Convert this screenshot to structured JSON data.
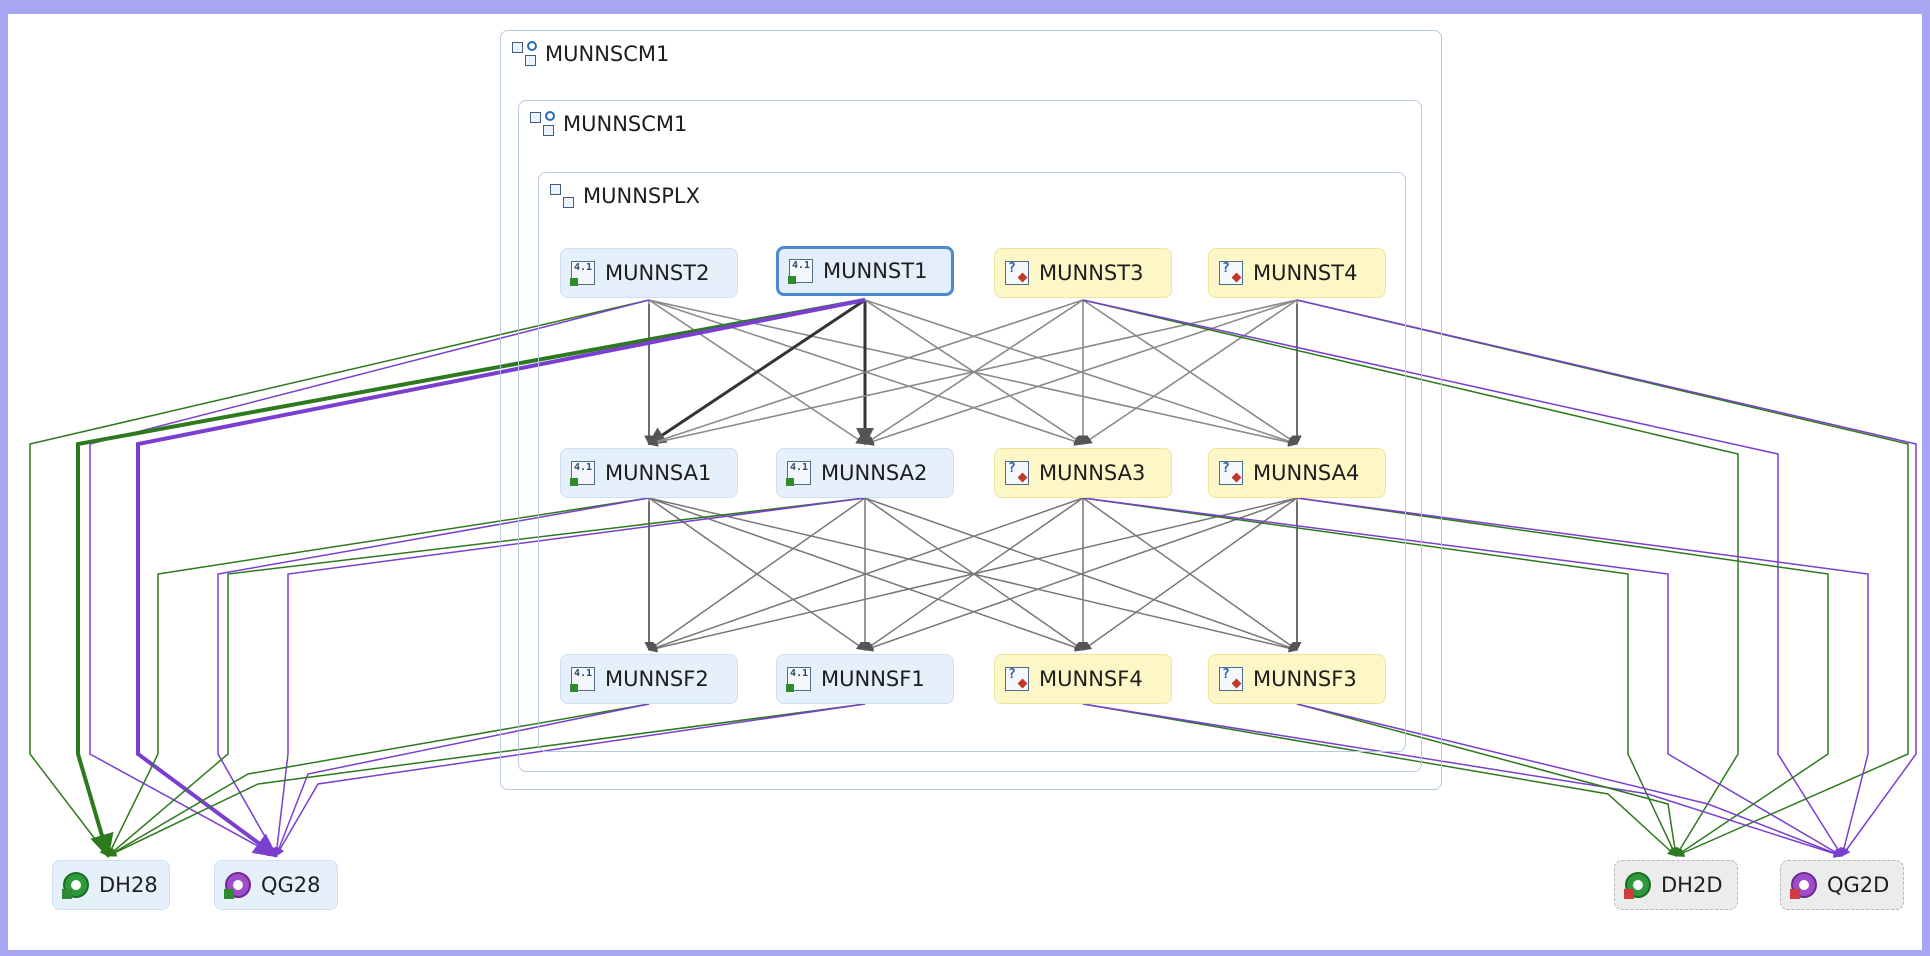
{
  "containers": {
    "outer": "MUNNSCM1",
    "inner": "MUNNSCM1",
    "sysplex": "MUNNSPLX"
  },
  "nodes": {
    "munnst2": "MUNNST2",
    "munnst1": "MUNNST1",
    "munnst3": "MUNNST3",
    "munnst4": "MUNNST4",
    "munnsa1": "MUNNSA1",
    "munnsa2": "MUNNSA2",
    "munnsa3": "MUNNSA3",
    "munnsa4": "MUNNSA4",
    "munnsf2": "MUNNSF2",
    "munnsf1": "MUNNSF1",
    "munnsf4": "MUNNSF4",
    "munnsf3": "MUNNSF3",
    "dh28": "DH28",
    "qg28": "QG28",
    "dh2d": "DH2D",
    "qg2d": "QG2D"
  },
  "colors": {
    "blue_node": "#e6f0fb",
    "yellow_node": "#fdf6c6",
    "selected_border": "#4b88d0",
    "edge_gray": "#7a7a7a",
    "edge_green": "#2d7a1e",
    "edge_purple": "#7a3fcf",
    "frame": "#a7a6f3"
  },
  "icons": {
    "region_blue": "cics-region-icon",
    "region_yellow": "cics-region-unknown-icon",
    "queue_manager_green": "db2-green-icon",
    "queue_manager_purple": "mq-purple-icon",
    "cmas": "cmas-icon",
    "sysplex": "sysplex-icon"
  }
}
